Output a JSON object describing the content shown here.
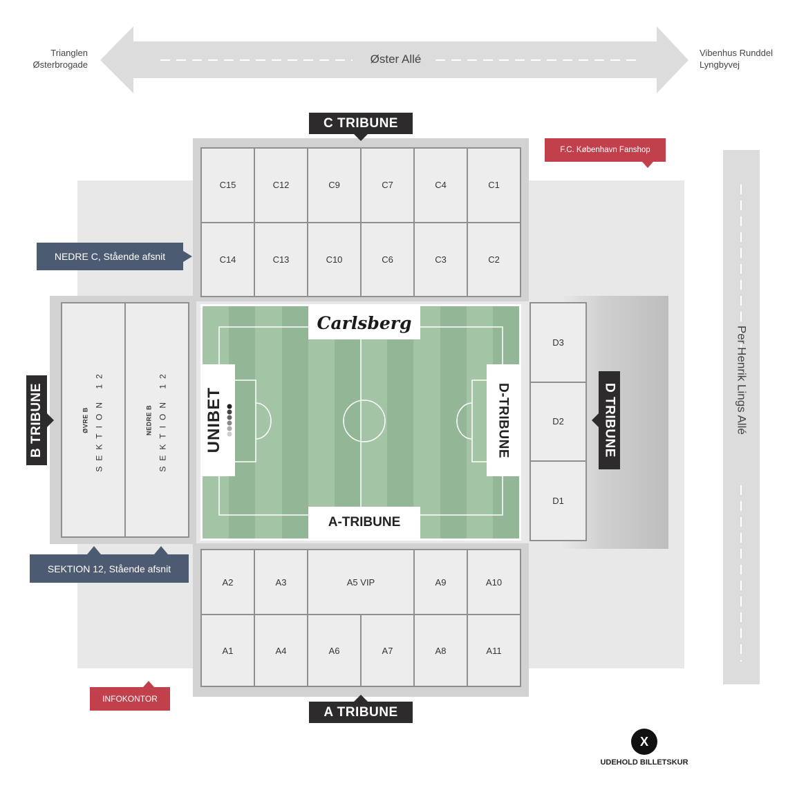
{
  "roads": {
    "top": "Øster Allé",
    "top_left_1": "Trianglen",
    "top_left_2": "Østerbrogade",
    "top_right_1": "Vibenhus Runddel",
    "top_right_2": "Lyngbyvej",
    "right": "Per Henrik Lings Allé"
  },
  "tribunes": {
    "c": "C TRIBUNE",
    "a": "A TRIBUNE",
    "b": "B TRIBUNE",
    "d": "D TRIBUNE"
  },
  "tags": {
    "fanshop": "F.C. København Fanshop",
    "nedre_c": "NEDRE C, Stående afsnit",
    "sektion12": "SEKTION 12, Stående afsnit",
    "infokontor": "INFOKONTOR",
    "udehold": "UDEHOLD BILLETSKUR",
    "udehold_mark": "X"
  },
  "c_rows": [
    [
      "C15",
      "C12",
      "C9",
      "C7",
      "C4",
      "C1"
    ],
    [
      "C14",
      "C13",
      "C10",
      "C6",
      "C3",
      "C2"
    ]
  ],
  "a_row1": [
    "A2",
    "A3",
    "A5 VIP",
    "A9",
    "A10"
  ],
  "a_row2": [
    "A1",
    "A4",
    "A6",
    "A7",
    "A8",
    "A11"
  ],
  "d_sections": [
    "D3",
    "D2",
    "D1"
  ],
  "b_sections": {
    "ovre_small": "ØVRE B",
    "nedre_small": "NEDRE B",
    "sektion": "SEKTION 12"
  },
  "pitch": {
    "top_board": "Carlsberg",
    "left_board": "UNIBET",
    "right_board": "D-TRIBUNE",
    "bottom_board": "A-TRIBUNE"
  },
  "colors": {
    "pitch_light": "#a3c4a5",
    "pitch_dark": "#93b796",
    "header": "#2d2b2c",
    "red_tag": "#c2404b",
    "blue_tag": "#4d5b72"
  }
}
